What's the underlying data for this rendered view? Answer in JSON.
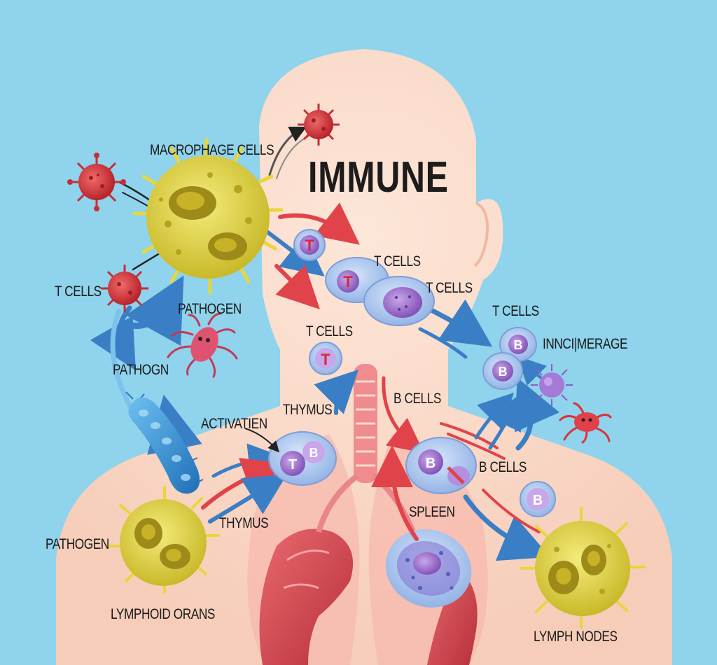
{
  "title": "IMMUNE",
  "labels": {
    "macrophage_cells": "MACROPHAGE CELLS",
    "t_cells_left": "T CELLS",
    "pathogen_upper": "PATHOGEN",
    "pathogn": "PATHOGN",
    "t_cells_center": "T CELLS",
    "t_cells_mid": "T CELLS",
    "t_cells_right_mid": "T CELLS",
    "t_cells_far_right": "T CELLS",
    "inncimerage": "INNCI|MERAGE",
    "thymus_upper": "THYMUS",
    "activatien": "ACTIVATIEN",
    "b_cells_center": "B CELLS",
    "b_cells_right": "B CELLS",
    "thymus_lower": "THYMUS",
    "spleen": "SPLEEN",
    "pathogen_lower": "PATHOGEN",
    "lymphoid_orans": "LYMPHOID ORANS",
    "lymph_nodes": "LYMPH NODES"
  },
  "cell_letters": {
    "t": "T",
    "b": "B"
  },
  "colors": {
    "background": "#8fd3ec",
    "skin": "#fbdccb",
    "macrophage": "#e6dc4a",
    "virus": "#d83a3e",
    "lymphocyte": "#a9c5ef",
    "nucleus": "#9a6cc8",
    "arrow_red": "#e0444a",
    "arrow_blue": "#3a7ec6",
    "lung": "#d2454f",
    "bacterium": "#3d8fd6"
  }
}
